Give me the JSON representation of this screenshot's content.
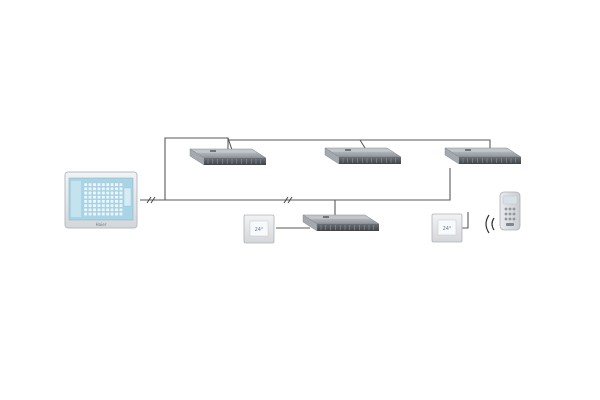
{
  "devices": {
    "central_controller": {
      "brand": "Haier",
      "screen_color": "#a8d4e6"
    },
    "ducted_units": [
      {
        "id": "ducted-unit-1"
      },
      {
        "id": "ducted-unit-2"
      },
      {
        "id": "ducted-unit-3"
      },
      {
        "id": "ducted-unit-4"
      }
    ],
    "wired_controllers": [
      {
        "id": "wired-controller-1",
        "display": "24°"
      },
      {
        "id": "wired-controller-2",
        "display": "24°"
      }
    ],
    "remote_control": {
      "id": "remote-control",
      "signal": "wireless"
    }
  },
  "colors": {
    "wire": "#5a5a5a",
    "unit_body": "#9aa0a6",
    "panel_frame": "#e6e8ea"
  }
}
